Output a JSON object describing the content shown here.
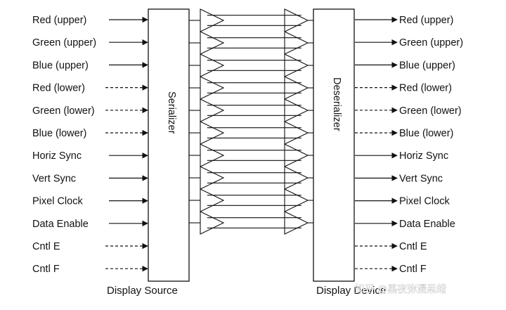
{
  "inputs": [
    {
      "label": "Red (upper)",
      "style": "solid"
    },
    {
      "label": "Green (upper)",
      "style": "solid"
    },
    {
      "label": "Blue (upper)",
      "style": "solid"
    },
    {
      "label": "Red (lower)",
      "style": "dashed"
    },
    {
      "label": "Green (lower)",
      "style": "dashed"
    },
    {
      "label": "Blue (lower)",
      "style": "dashed"
    },
    {
      "label": "Horiz Sync",
      "style": "solid"
    },
    {
      "label": "Vert Sync",
      "style": "solid"
    },
    {
      "label": "Pixel Clock",
      "style": "solid"
    },
    {
      "label": "Data Enable",
      "style": "solid"
    },
    {
      "label": "Cntl E",
      "style": "dashed"
    },
    {
      "label": "Cntl F",
      "style": "dashed"
    }
  ],
  "outputs": [
    {
      "label": "Red (upper)",
      "style": "solid"
    },
    {
      "label": "Green (upper)",
      "style": "solid"
    },
    {
      "label": "Blue (upper)",
      "style": "solid"
    },
    {
      "label": "Red (lower)",
      "style": "dashed"
    },
    {
      "label": "Green (lower)",
      "style": "dashed"
    },
    {
      "label": "Blue (lower)",
      "style": "dashed"
    },
    {
      "label": "Horiz Sync",
      "style": "solid"
    },
    {
      "label": "Vert Sync",
      "style": "solid"
    },
    {
      "label": "Pixel Clock",
      "style": "solid"
    },
    {
      "label": "Data Enable",
      "style": "solid"
    },
    {
      "label": "Cntl E",
      "style": "dashed"
    },
    {
      "label": "Cntl F",
      "style": "dashed"
    }
  ],
  "serializer": {
    "label": "Serializer"
  },
  "deserializer": {
    "label": "Deserializer"
  },
  "source_caption": "Display Source",
  "device_caption": "Display Device",
  "link_pairs": 10,
  "watermark": "知乎 @黑夜弥漫思绪",
  "colors": {
    "line": "#111111",
    "background": "#ffffff"
  }
}
